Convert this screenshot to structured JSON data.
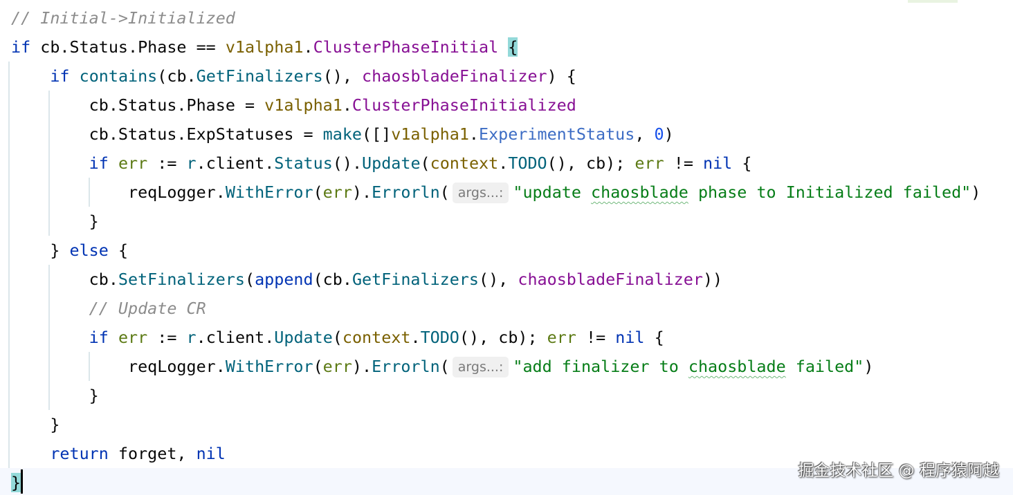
{
  "colors": {
    "keyword": "#0033b3",
    "function": "#00627a",
    "package": "#7a6000",
    "constant": "#871094",
    "type": "#3c6cc4",
    "number": "#1750eb",
    "string": "#067d17",
    "variable": "#5c7a14",
    "comment": "#8c8c8c",
    "brace_highlight": "#93d9d9",
    "current_line": "#f5f8fe",
    "indent_guide": "#dbe6ea"
  },
  "parameter_hint": "args...:",
  "watermark": "掘金技术社区 @ 程序猿阿越",
  "lines": [
    {
      "indent": "",
      "tokens": [
        {
          "t": "// Initial->Initialized",
          "c": "cmt"
        }
      ]
    },
    {
      "indent": "",
      "tokens": [
        {
          "t": "if",
          "c": "kw"
        },
        {
          "t": " cb.Status.Phase == ",
          "c": "plain"
        },
        {
          "t": "v1alpha1",
          "c": "pkg"
        },
        {
          "t": ".",
          "c": "plain"
        },
        {
          "t": "ClusterPhaseInitial",
          "c": "const"
        },
        {
          "t": " ",
          "c": "plain"
        },
        {
          "t": "{",
          "c": "plain",
          "hl": true
        }
      ]
    },
    {
      "indent": "    ",
      "tokens": [
        {
          "t": "if",
          "c": "kw"
        },
        {
          "t": " ",
          "c": "plain"
        },
        {
          "t": "contains",
          "c": "fn"
        },
        {
          "t": "(cb.",
          "c": "plain"
        },
        {
          "t": "GetFinalizers",
          "c": "fn"
        },
        {
          "t": "(), ",
          "c": "plain"
        },
        {
          "t": "chaosbladeFinalizer",
          "c": "const"
        },
        {
          "t": ") {",
          "c": "plain"
        }
      ]
    },
    {
      "indent": "        ",
      "tokens": [
        {
          "t": "cb.Status.Phase = ",
          "c": "plain"
        },
        {
          "t": "v1alpha1",
          "c": "pkg"
        },
        {
          "t": ".",
          "c": "plain"
        },
        {
          "t": "ClusterPhaseInitialized",
          "c": "const"
        }
      ]
    },
    {
      "indent": "        ",
      "tokens": [
        {
          "t": "cb.Status.ExpStatuses = ",
          "c": "plain"
        },
        {
          "t": "make",
          "c": "fn"
        },
        {
          "t": "([]",
          "c": "plain"
        },
        {
          "t": "v1alpha1",
          "c": "pkg"
        },
        {
          "t": ".",
          "c": "plain"
        },
        {
          "t": "ExperimentStatus",
          "c": "type"
        },
        {
          "t": ", ",
          "c": "plain"
        },
        {
          "t": "0",
          "c": "num"
        },
        {
          "t": ")",
          "c": "plain"
        }
      ]
    },
    {
      "indent": "        ",
      "tokens": [
        {
          "t": "if",
          "c": "kw"
        },
        {
          "t": " ",
          "c": "plain"
        },
        {
          "t": "err",
          "c": "var"
        },
        {
          "t": " := ",
          "c": "plain"
        },
        {
          "t": "r",
          "c": "fn"
        },
        {
          "t": ".client.",
          "c": "plain"
        },
        {
          "t": "Status",
          "c": "fn"
        },
        {
          "t": "().",
          "c": "plain"
        },
        {
          "t": "Update",
          "c": "fn"
        },
        {
          "t": "(",
          "c": "plain"
        },
        {
          "t": "context",
          "c": "pkg"
        },
        {
          "t": ".",
          "c": "plain"
        },
        {
          "t": "TODO",
          "c": "fn"
        },
        {
          "t": "(), cb); ",
          "c": "plain"
        },
        {
          "t": "err",
          "c": "var"
        },
        {
          "t": " != ",
          "c": "plain"
        },
        {
          "t": "nil",
          "c": "kw"
        },
        {
          "t": " {",
          "c": "plain"
        }
      ]
    },
    {
      "indent": "            ",
      "tokens": [
        {
          "t": "reqLogger.",
          "c": "plain"
        },
        {
          "t": "WithError",
          "c": "fn"
        },
        {
          "t": "(",
          "c": "plain"
        },
        {
          "t": "err",
          "c": "var"
        },
        {
          "t": ").",
          "c": "plain"
        },
        {
          "t": "Errorln",
          "c": "fn"
        },
        {
          "t": "(",
          "c": "plain"
        },
        {
          "t": "args...:",
          "c": "hint"
        },
        {
          "t": "\"update ",
          "c": "str"
        },
        {
          "t": "chaosblade",
          "c": "str",
          "typo": true
        },
        {
          "t": " phase to Initialized failed\"",
          "c": "str"
        },
        {
          "t": ")",
          "c": "plain"
        }
      ]
    },
    {
      "indent": "        ",
      "tokens": [
        {
          "t": "}",
          "c": "plain"
        }
      ]
    },
    {
      "indent": "    ",
      "tokens": [
        {
          "t": "} ",
          "c": "plain"
        },
        {
          "t": "else",
          "c": "kw"
        },
        {
          "t": " {",
          "c": "plain"
        }
      ]
    },
    {
      "indent": "        ",
      "tokens": [
        {
          "t": "cb.",
          "c": "plain"
        },
        {
          "t": "SetFinalizers",
          "c": "fn"
        },
        {
          "t": "(",
          "c": "plain"
        },
        {
          "t": "append",
          "c": "kw"
        },
        {
          "t": "(cb.",
          "c": "plain"
        },
        {
          "t": "GetFinalizers",
          "c": "fn"
        },
        {
          "t": "(), ",
          "c": "plain"
        },
        {
          "t": "chaosbladeFinalizer",
          "c": "const"
        },
        {
          "t": "))",
          "c": "plain"
        }
      ]
    },
    {
      "indent": "        ",
      "tokens": [
        {
          "t": "// Update CR",
          "c": "cmt"
        }
      ]
    },
    {
      "indent": "        ",
      "tokens": [
        {
          "t": "if",
          "c": "kw"
        },
        {
          "t": " ",
          "c": "plain"
        },
        {
          "t": "err",
          "c": "var"
        },
        {
          "t": " := ",
          "c": "plain"
        },
        {
          "t": "r",
          "c": "fn"
        },
        {
          "t": ".client.",
          "c": "plain"
        },
        {
          "t": "Update",
          "c": "fn"
        },
        {
          "t": "(",
          "c": "plain"
        },
        {
          "t": "context",
          "c": "pkg"
        },
        {
          "t": ".",
          "c": "plain"
        },
        {
          "t": "TODO",
          "c": "fn"
        },
        {
          "t": "(), cb); ",
          "c": "plain"
        },
        {
          "t": "err",
          "c": "var"
        },
        {
          "t": " != ",
          "c": "plain"
        },
        {
          "t": "nil",
          "c": "kw"
        },
        {
          "t": " {",
          "c": "plain"
        }
      ]
    },
    {
      "indent": "            ",
      "tokens": [
        {
          "t": "reqLogger.",
          "c": "plain"
        },
        {
          "t": "WithError",
          "c": "fn"
        },
        {
          "t": "(",
          "c": "plain"
        },
        {
          "t": "err",
          "c": "var"
        },
        {
          "t": ").",
          "c": "plain"
        },
        {
          "t": "Errorln",
          "c": "fn"
        },
        {
          "t": "(",
          "c": "plain"
        },
        {
          "t": "args...:",
          "c": "hint"
        },
        {
          "t": "\"add finalizer to ",
          "c": "str"
        },
        {
          "t": "chaosblade",
          "c": "str",
          "typo": true
        },
        {
          "t": " failed\"",
          "c": "str"
        },
        {
          "t": ")",
          "c": "plain"
        }
      ]
    },
    {
      "indent": "        ",
      "tokens": [
        {
          "t": "}",
          "c": "plain"
        }
      ]
    },
    {
      "indent": "    ",
      "tokens": [
        {
          "t": "}",
          "c": "plain"
        }
      ]
    },
    {
      "indent": "    ",
      "tokens": [
        {
          "t": "return",
          "c": "kw"
        },
        {
          "t": " forget, ",
          "c": "plain"
        },
        {
          "t": "nil",
          "c": "kw"
        }
      ]
    },
    {
      "indent": "",
      "current": true,
      "tokens": [
        {
          "t": "}",
          "c": "plain",
          "hl": true
        }
      ]
    }
  ]
}
